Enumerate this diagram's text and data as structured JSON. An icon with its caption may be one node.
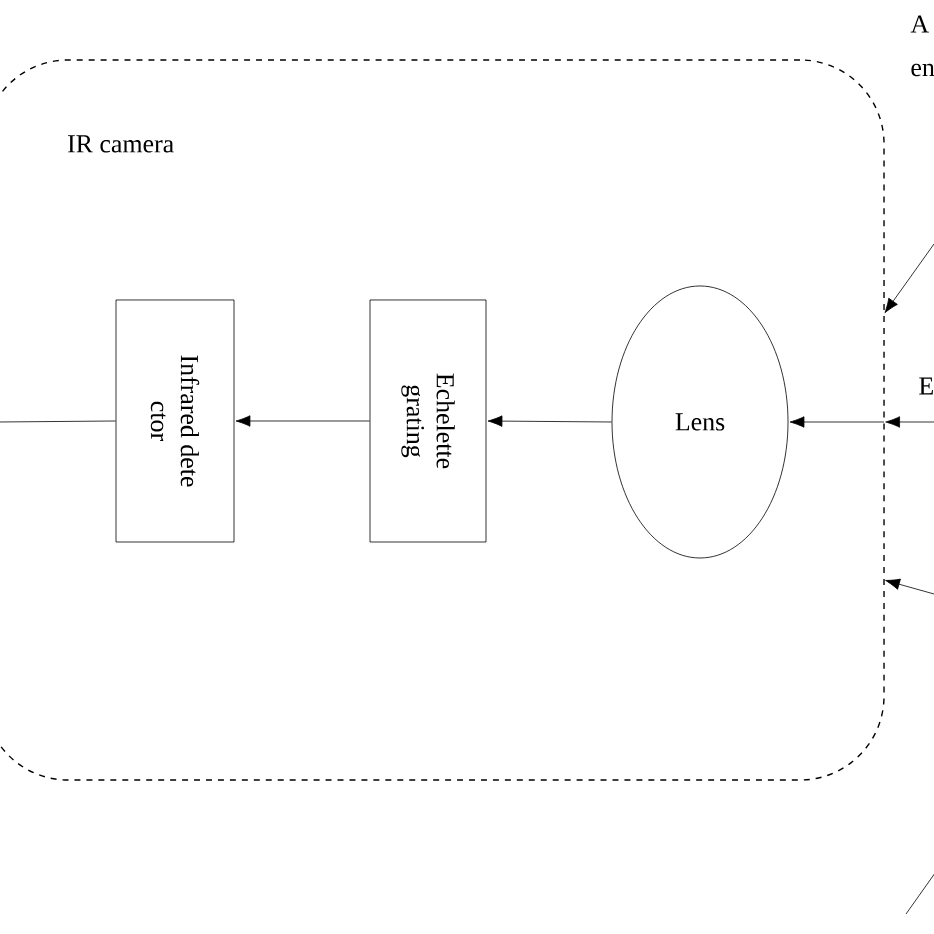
{
  "diagram": {
    "nodes": [
      {
        "text": [
          "IR camera"
        ]
      },
      {
        "text": [
          "Infrared dete ctor"
        ],
        "in": 0
      },
      {
        "text": [
          "Echelette grating"
        ],
        "in": 0
      },
      {
        "text": [
          "Lens"
        ],
        "in": 0
      }
    ],
    "edges": [
      {
        "from": 1,
        "to": null,
        "arrow": "none"
      },
      {
        "from": 2,
        "to": 1,
        "arrow": "to"
      },
      {
        "from": 3,
        "to": 2,
        "arrow": "to"
      },
      {
        "from": 0,
        "to": 3,
        "arrow": "to"
      },
      {
        "from": null,
        "to": 0,
        "arrow": "to"
      },
      {
        "from": null,
        "to": 0,
        "arrow": "to"
      },
      {
        "from": null,
        "to": 0,
        "arrow": "to"
      }
    ],
    "labels": [
      "A",
      "en",
      "E"
    ]
  }
}
